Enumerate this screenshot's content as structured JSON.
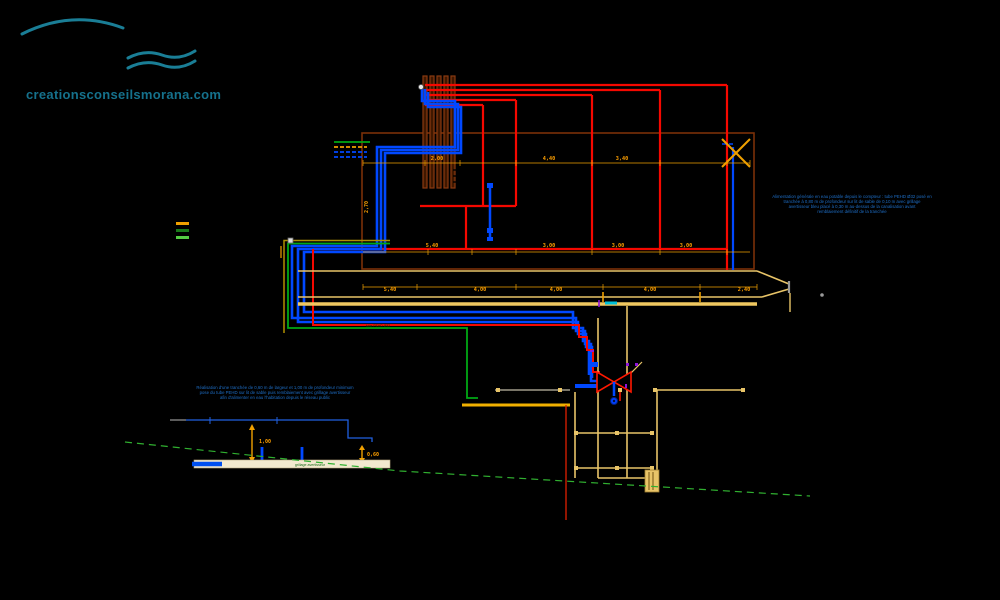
{
  "site": {
    "watermark": "creationsconseilsmorana.com"
  },
  "colors": {
    "background": "#000000",
    "logo_teal": "#15718c",
    "hot_water_red": "#f50800",
    "cold_water_blue": "#0048ff",
    "wall_brown": "#7a3008",
    "dimension_orange": "#ffa000",
    "trench_khaki": "#e8c468",
    "terrain_green": "#30b030",
    "pipe_green": "#00a814",
    "annotation_blue": "#1e6fc8",
    "marker_purple": "#9015d8",
    "marker_cyan": "#00c0d8"
  },
  "annotations": {
    "right_note": {
      "lines": [
        "Alimentation générale en eau potable depuis le compteur : tube PEHD Ø32 posé en",
        "tranchée à 0,80 m de profondeur sur lit de sable de 0,10 m avec grillage",
        "avertisseur bleu placé à 0,30 m au-dessus de la canalisation avant",
        "remblaiement définitif de la tranchée"
      ]
    },
    "trench_note": {
      "lines": [
        "Réalisation d'une tranchée de 0,60 m de largeur et 1,00 m de profondeur minimum",
        "pose du tube PEHD sur lit de sable puis remblaiement avec grillage avertisseur",
        "afin d'alimenter en eau l'habitation depuis le réseau public"
      ]
    },
    "warning_tape_label": "grillage avertisseur",
    "pipe_label": "tube PEHD Ø32"
  },
  "dimensions": {
    "top_row": [
      "2,00",
      "4,40",
      "3,40"
    ],
    "mid_row": [
      "5,40",
      "3,00",
      "3,00",
      "3,00"
    ],
    "channel_row": [
      "5,40",
      "4,00",
      "4,00",
      "4,00",
      "2,40"
    ],
    "left_vertical": "2,70",
    "trench_depth": "1,00",
    "trench_width": "0,60"
  }
}
